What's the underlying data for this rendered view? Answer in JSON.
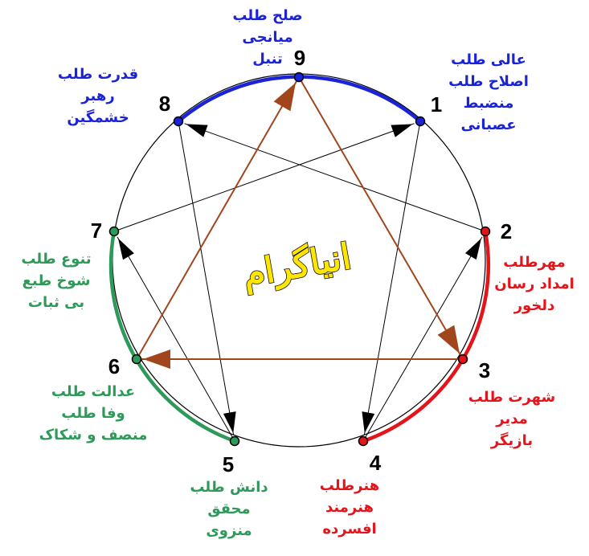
{
  "colors": {
    "blue": "#1a23d6",
    "red": "#e4141b",
    "green": "#2e9a5a",
    "brown": "#a1461c",
    "black": "#000000",
    "title_fill": "#ffe600"
  },
  "center_title": "انیاگرام",
  "points": [
    {
      "num": "9",
      "lines": [
        "صلح طلب",
        "میانجی",
        "تنبل"
      ],
      "color": "#1a23d6"
    },
    {
      "num": "1",
      "lines": [
        "عالی طلب",
        "اصلاح طلب",
        "منضبط",
        "عصبانی"
      ],
      "color": "#1a23d6"
    },
    {
      "num": "2",
      "lines": [
        "مهرطلب",
        "امداد رسان",
        "دلخور"
      ],
      "color": "#e4141b"
    },
    {
      "num": "3",
      "lines": [
        "شهرت طلب",
        "مدیر",
        "بازیگر"
      ],
      "color": "#e4141b"
    },
    {
      "num": "4",
      "lines": [
        "هنرطلب",
        "هنرمند",
        "افسرده"
      ],
      "color": "#e4141b"
    },
    {
      "num": "5",
      "lines": [
        "دانش طلب",
        "محقق",
        "منزوی"
      ],
      "color": "#2e9a5a"
    },
    {
      "num": "6",
      "lines": [
        "عدالت طلب",
        "وفا طلب",
        "منصف و شکاک"
      ],
      "color": "#2e9a5a"
    },
    {
      "num": "7",
      "lines": [
        "تنوع طلب",
        "شوخ طبع",
        "بی ثبات"
      ],
      "color": "#2e9a5a"
    },
    {
      "num": "8",
      "lines": [
        "قدرت طلب",
        "رهبر",
        "خشمگین"
      ],
      "color": "#1a23d6"
    }
  ],
  "groups": [
    {
      "name": "",
      "color": "#1a23d6",
      "from": "8",
      "to": "1"
    },
    {
      "name": "",
      "color": "#e4141b",
      "from": "2",
      "to": "4"
    },
    {
      "name": "",
      "color": "#2e9a5a",
      "from": "5",
      "to": "7"
    }
  ],
  "triangle_arrows": [
    [
      "9",
      "3"
    ],
    [
      "3",
      "6"
    ],
    [
      "6",
      "9"
    ]
  ],
  "hexad_arrows": [
    [
      "1",
      "4"
    ],
    [
      "4",
      "2"
    ],
    [
      "2",
      "8"
    ],
    [
      "8",
      "5"
    ],
    [
      "5",
      "7"
    ],
    [
      "7",
      "1"
    ]
  ]
}
